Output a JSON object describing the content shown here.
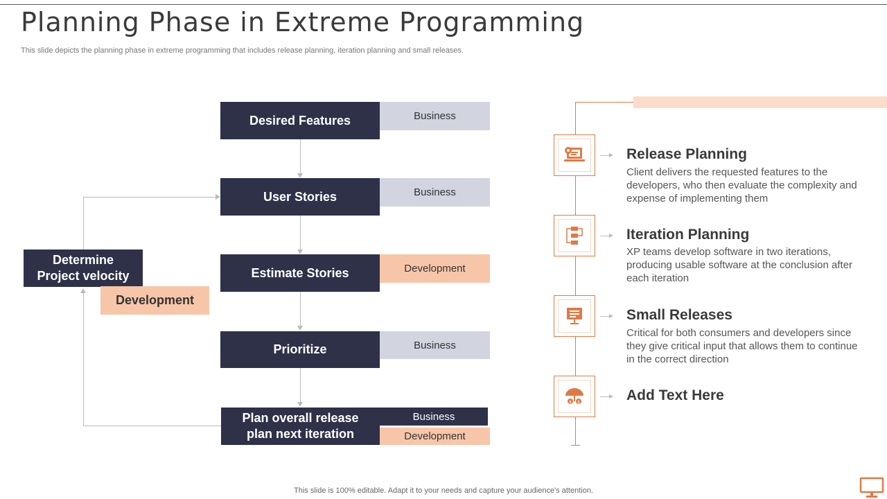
{
  "slide": {
    "title": "Planning Phase in Extreme Programming",
    "subtitle": "This slide depicts the planning phase in extreme programming that includes release planning, iteration planning and small releases.",
    "footer": "This slide is 100% editable. Adapt it to your needs and capture your audience's attention."
  },
  "flow": {
    "steps": [
      {
        "label": "Desired Features",
        "tag": "Business"
      },
      {
        "label": "User Stories",
        "tag": "Business"
      },
      {
        "label": "Estimate Stories",
        "tag": "Development"
      },
      {
        "label": "Prioritize",
        "tag": "Business"
      },
      {
        "label": "Plan overall release plan next iteration",
        "tags": [
          "Business",
          "Development"
        ]
      }
    ],
    "velocity": {
      "label": "Determine Project velocity",
      "tag": "Development"
    }
  },
  "sections": [
    {
      "icon": "laptop-gear-icon",
      "title": "Release Planning",
      "desc": "Client delivers the requested features to the developers, who then evaluate the complexity and expense of implementing them"
    },
    {
      "icon": "flowchart-icon",
      "title": "Iteration Planning",
      "desc": "XP teams develop software in two iterations, producing usable software at the conclusion after each iteration"
    },
    {
      "icon": "presentation-board-icon",
      "title": "Small Releases",
      "desc": "Critical for both consumers and developers since they give critical input that allows them to continue in the correct direction"
    },
    {
      "icon": "umbrella-money-icon",
      "title": "Add Text Here",
      "desc": ""
    }
  ],
  "colors": {
    "navy": "#2e3148",
    "accent": "#e07a45",
    "peach": "#f7c6a8",
    "lavender": "#d2d4e0"
  }
}
